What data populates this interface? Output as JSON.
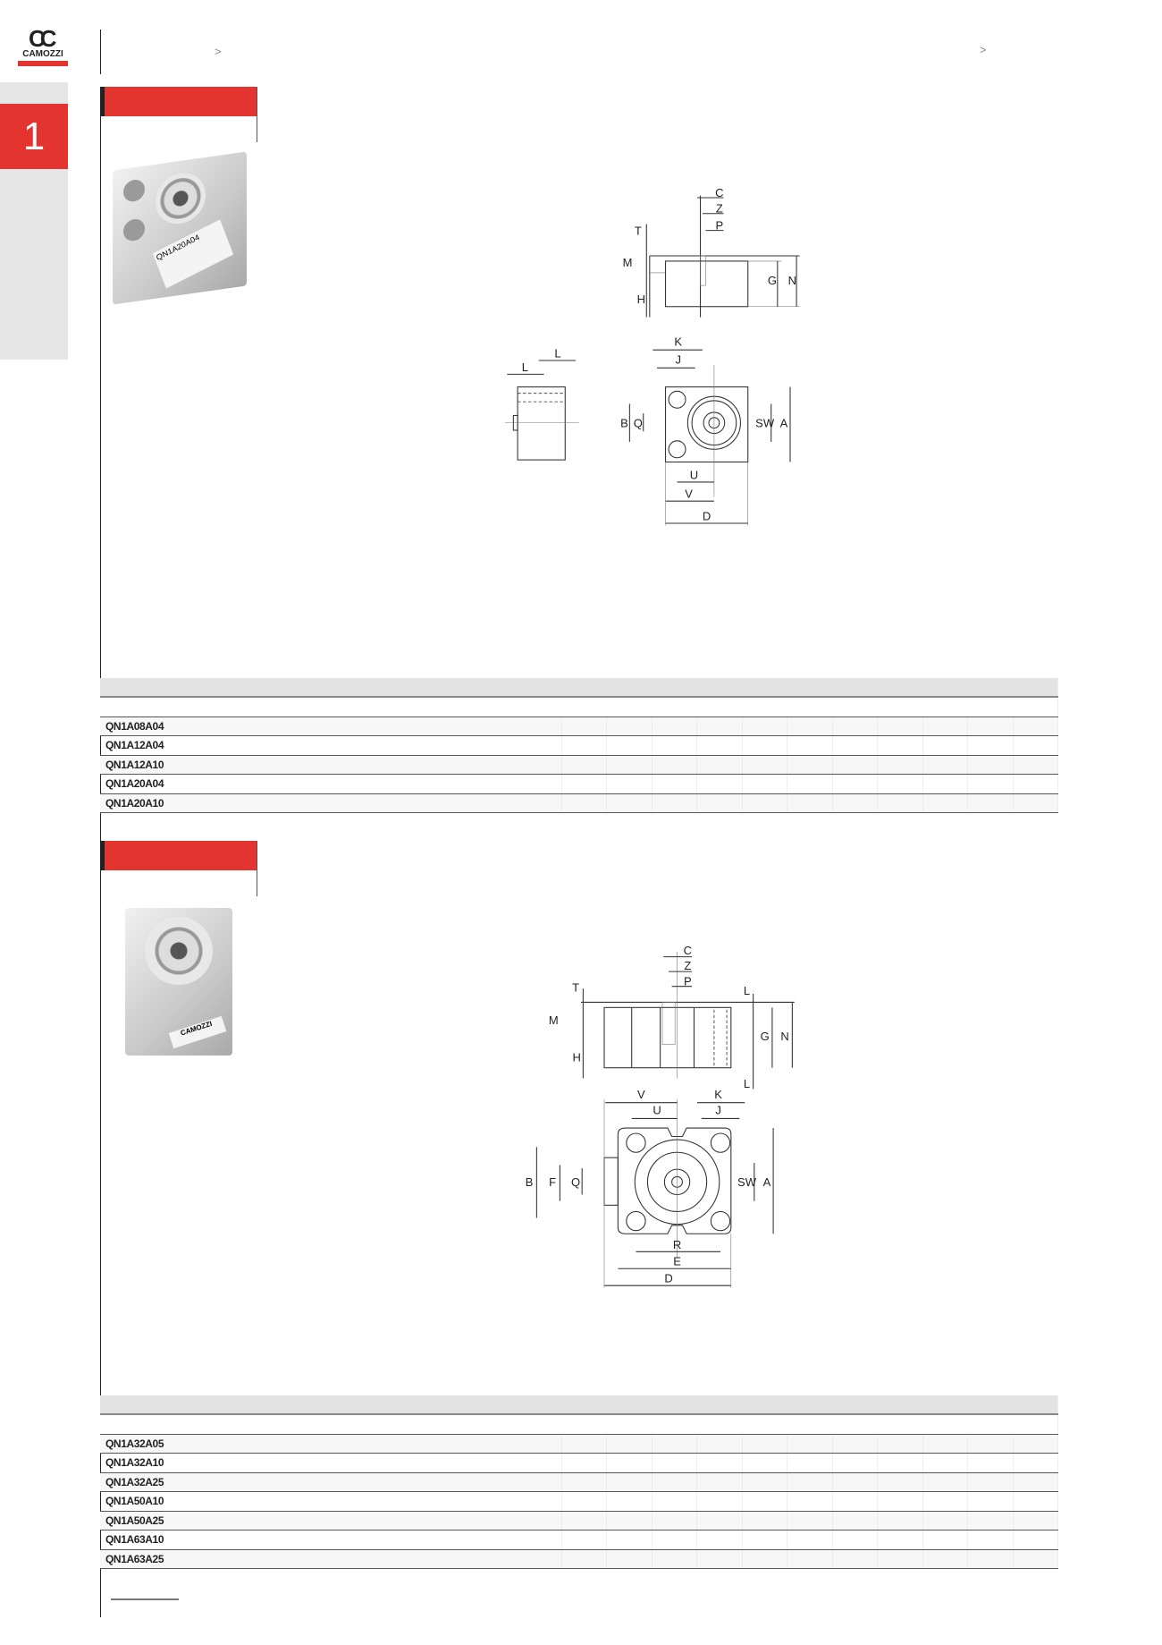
{
  "header": {
    "logo_text": "CAMOZZI",
    "breadcrumb_separator": ">",
    "brand_color": "#e3342f"
  },
  "sidebar": {
    "tab_number": "1"
  },
  "section1": {
    "photo_label": "QN1A20A04",
    "diagram_labels": {
      "C": "C",
      "Z": "Z",
      "P": "P",
      "T": "T",
      "M": "M",
      "H": "H",
      "G": "G",
      "N": "N",
      "L1": "L",
      "L2": "L",
      "K": "K",
      "J": "J",
      "B": "B",
      "Q": "Q",
      "SW": "SW",
      "A": "A",
      "U": "U",
      "V": "V",
      "D": "D"
    },
    "table": {
      "rows": [
        "QN1A08A04",
        "QN1A12A04",
        "QN1A12A10",
        "QN1A20A04",
        "QN1A20A10"
      ]
    }
  },
  "section2": {
    "photo_label": "CAMOZZI",
    "diagram_labels": {
      "C": "C",
      "Z": "Z",
      "P": "P",
      "T": "T",
      "M": "M",
      "H": "H",
      "L1": "L",
      "L2": "L",
      "G": "G",
      "N": "N",
      "V": "V",
      "U": "U",
      "K": "K",
      "J": "J",
      "B": "B",
      "F": "F",
      "Q": "Q",
      "SW": "SW",
      "A": "A",
      "R": "R",
      "E": "E",
      "D": "D"
    },
    "table": {
      "rows": [
        "QN1A32A05",
        "QN1A32A10",
        "QN1A32A25",
        "QN1A50A10",
        "QN1A50A25",
        "QN1A63A10",
        "QN1A63A25"
      ]
    }
  }
}
